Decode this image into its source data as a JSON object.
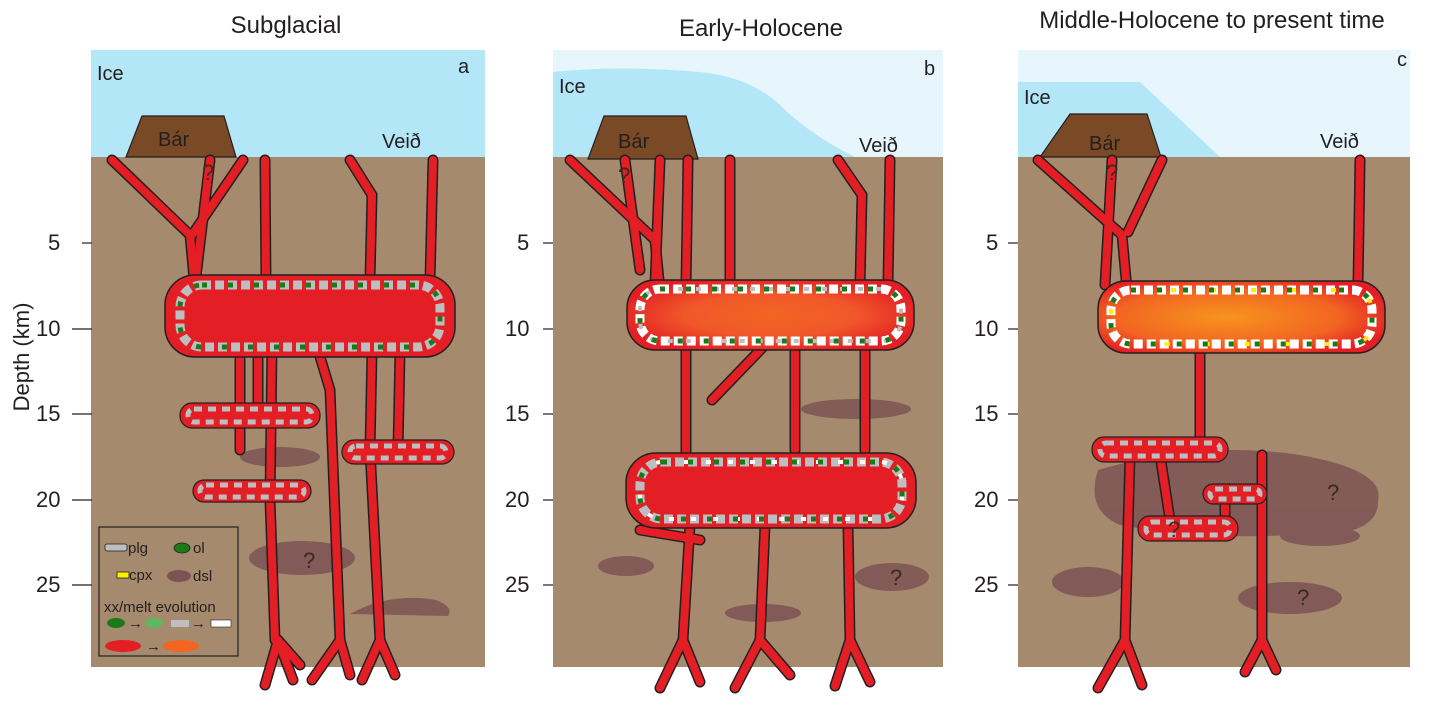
{
  "panels": [
    {
      "title": "Subglacial",
      "letter": "a",
      "ice": "Ice",
      "volcano_left": "Bár",
      "volcano_right": "Veið"
    },
    {
      "title": "Early-Holocene",
      "letter": "b",
      "ice": "Ice",
      "volcano_left": "Bár",
      "volcano_right": "Veið"
    },
    {
      "title": "Middle-Holocene to present time",
      "letter": "c",
      "ice": "Ice",
      "volcano_left": "Bár",
      "volcano_right": "Veið"
    }
  ],
  "depth_axis": {
    "label": "Depth (km)",
    "ticks": [
      "5",
      "10",
      "15",
      "20",
      "25"
    ]
  },
  "unknown_mark": "?",
  "legend": {
    "plg": "plg",
    "ol": "ol",
    "cpx": "cpx",
    "dsl": "dsl",
    "evolution": "xx/melt evolution"
  },
  "colors": {
    "ice": "#b3e6f7",
    "ice_light": "#e6f6fc",
    "crust": "#a58a6e",
    "volcano": "#7a4a26",
    "melt": "#e31e24",
    "melt_evolved": "#f26522",
    "dsl": "#7d5253",
    "olivine": "#1a7a1a",
    "plagioclase": "#bcbec0",
    "clinopyroxene": "#fff200"
  }
}
